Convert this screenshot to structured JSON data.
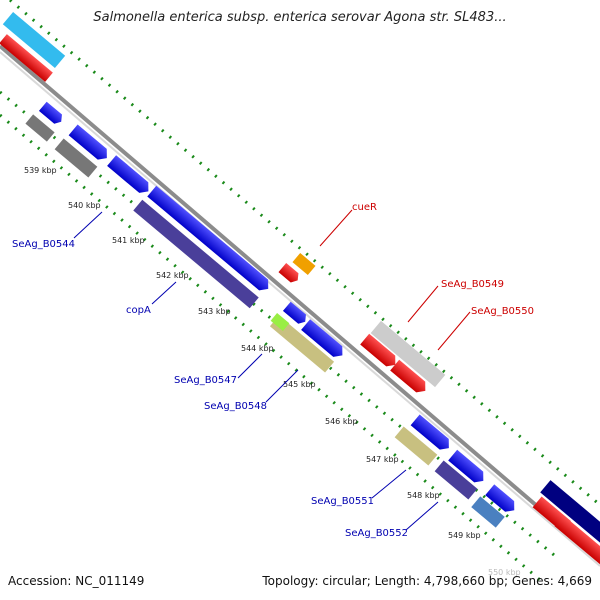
{
  "title": "Salmonella enterica subsp. enterica serovar Agona str. SL483...",
  "footer": {
    "accession": "Accession: NC_011149",
    "summary": "Topology: circular; Length: 4,798,660 bp; Genes: 4,669"
  },
  "ticks": [
    "539 kbp",
    "540 kbp",
    "541 kbp",
    "542 kbp",
    "543 kbp",
    "544 kbp",
    "545 kbp",
    "546 kbp",
    "547 kbp",
    "548 kbp",
    "549 kbp"
  ],
  "faded_tick": "550 kbp",
  "gene_labels": {
    "SeAg_B0544": "SeAg_B0544",
    "copA": "copA",
    "SeAg_B0547": "SeAg_B0547",
    "SeAg_B0548": "SeAg_B0548",
    "cueR": "cueR",
    "SeAg_B0549": "SeAg_B0549",
    "SeAg_B0550": "SeAg_B0550",
    "SeAg_B0551": "SeAg_B0551",
    "SeAg_B0552": "SeAg_B0552"
  },
  "colors": {
    "backbone": "#8c8c8c",
    "dotted_track": "#1a8a1a",
    "cds_forward": "#0000ee",
    "cds_reverse": "#ee0000",
    "gray_feature": "#777777",
    "light_gray_feature": "#cccccc",
    "purple_feature": "#4a3f9a",
    "olive_feature": "#c8c080",
    "orange_feature": "#f0a000",
    "cyan_feature": "#33bbee",
    "navy_feature": "#000080",
    "steel_feature": "#4a80c0",
    "label_blue": "#0000b0",
    "label_red": "#cc0000"
  }
}
